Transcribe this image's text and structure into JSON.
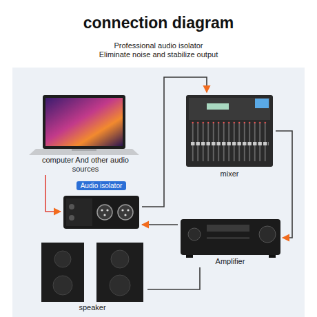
{
  "diagram": {
    "title": "connection diagram",
    "nodes": [
      {
        "text": [
          "computer And other audio sources"
        ]
      },
      {
        "text": [
          "mixer"
        ]
      },
      {
        "text": [
          "Audio isolator"
        ]
      },
      {
        "text": [
          "Amplifier"
        ]
      },
      {
        "text": [
          "speaker"
        ]
      }
    ],
    "edges": [
      {
        "from": 0,
        "to": 2,
        "arrow": "to"
      },
      {
        "from": 2,
        "to": 1,
        "arrow": "to"
      },
      {
        "from": 1,
        "to": 3,
        "arrow": "to"
      },
      {
        "from": 3,
        "to": 2,
        "arrow": "to"
      },
      {
        "from": 3,
        "to": 4,
        "arrow": "none"
      }
    ],
    "labels": [
      "Professional audio isolator",
      "Eliminate noise and stabilize output"
    ]
  }
}
